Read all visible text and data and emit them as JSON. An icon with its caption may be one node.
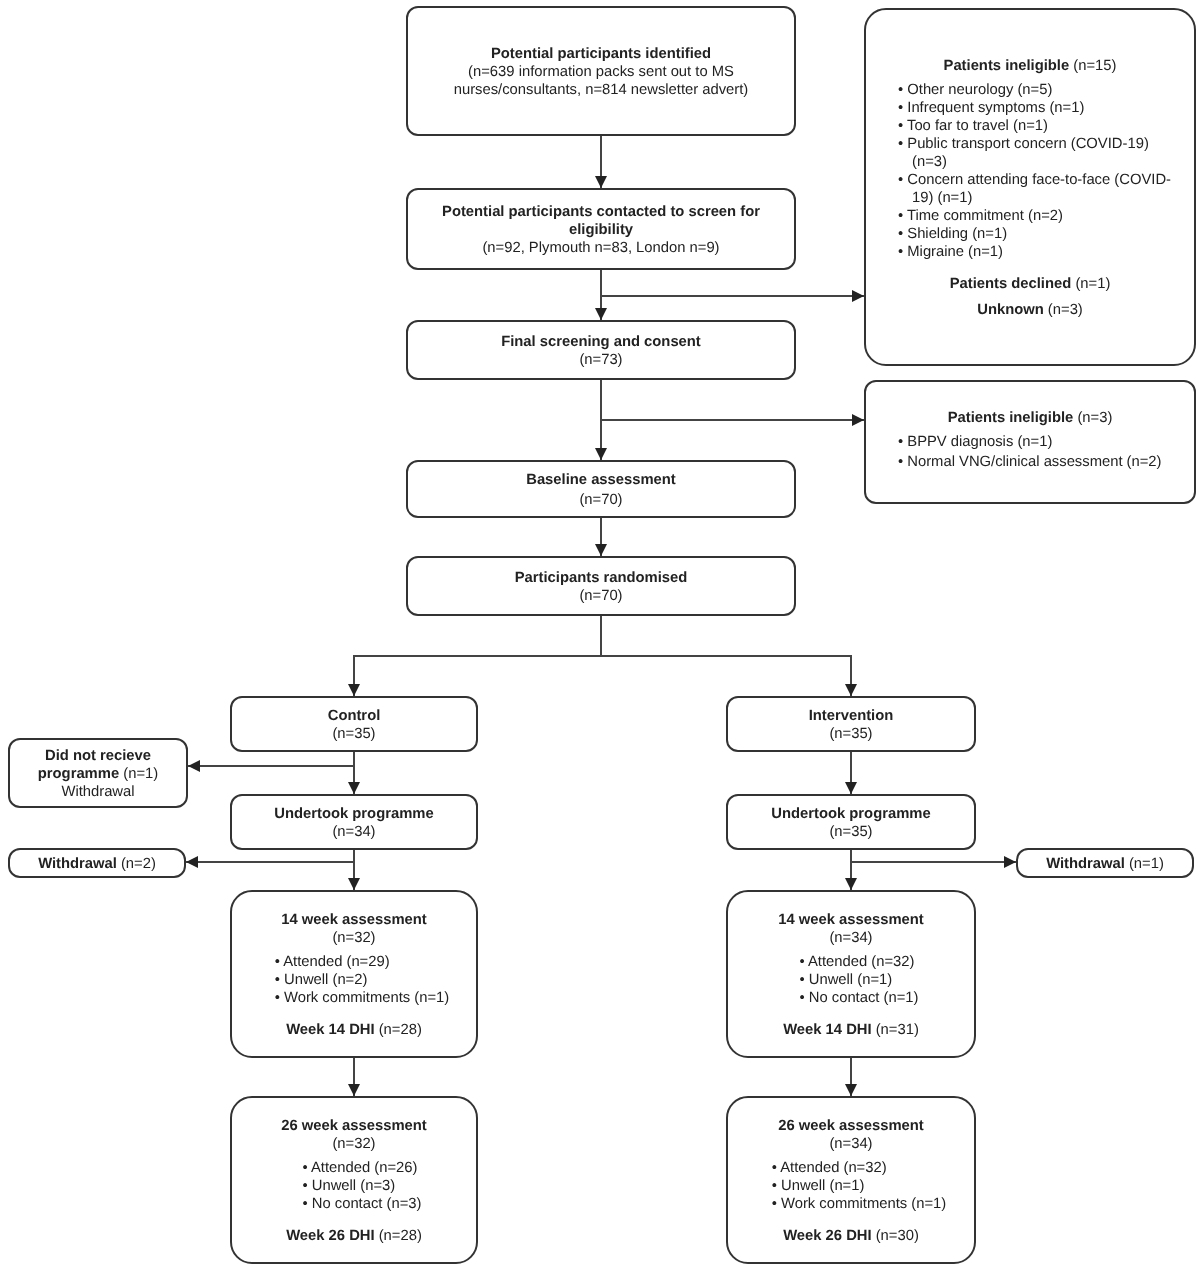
{
  "diagram": {
    "nodes": [
      {
        "text": [
          "Potential participants identified",
          "(n=639 information packs sent out to MS nurses/consultants, n=814 newsletter advert)"
        ]
      },
      {
        "text": [
          "Potential participants contacted to screen for eligibility",
          "(n=92, Plymouth n=83, London n=9)"
        ]
      },
      {
        "text": [
          "**Patients ineligible** (n=15)",
          "• Other neurology (n=5)",
          "• Infrequent symptoms (n=1)",
          "• Too far to travel (n=1)",
          "• Public transport concern (COVID-19) (n=3)",
          "• Concern attending face-to-face (COVID-19) (n=1)",
          "• Time commitment (n=2)",
          "• Shielding (n=1)",
          "• Migraine (n=1)",
          "**Patients declined** (n=1)",
          "**Unknown** (n=3)"
        ]
      },
      {
        "text": [
          "Final screening and consent",
          "(n=73)"
        ]
      },
      {
        "text": [
          "**Patients ineligible** (n=3)",
          "• BPPV diagnosis (n=1)",
          "• Normal VNG/clinical assessment (n=2)"
        ]
      },
      {
        "text": [
          "Baseline assessment",
          "(n=70)"
        ]
      },
      {
        "text": [
          "Participants randomised",
          "(n=70)"
        ]
      },
      {
        "text": [
          "Control",
          "(n=35)"
        ]
      },
      {
        "text": [
          "Intervention",
          "(n=35)"
        ]
      },
      {
        "text": [
          "**Did not recieve programme** (n=1)",
          "Withdrawal"
        ]
      },
      {
        "text": [
          "Undertook programme",
          "(n=34)"
        ]
      },
      {
        "text": [
          "Undertook programme",
          "(n=35)"
        ]
      },
      {
        "text": [
          "**Withdrawal** (n=2)"
        ]
      },
      {
        "text": [
          "**Withdrawal** (n=1)"
        ]
      },
      {
        "text": [
          "14 week assessment",
          "(n=32)",
          "• Attended (n=29)",
          "• Unwell (n=2)",
          "• Work commitments (n=1)",
          "**Week 14 DHI** (n=28)"
        ]
      },
      {
        "text": [
          "14 week assessment",
          "(n=34)",
          "• Attended (n=32)",
          "• Unwell (n=1)",
          "• No contact (n=1)",
          "**Week 14 DHI** (n=31)"
        ]
      },
      {
        "text": [
          "26 week assessment",
          "(n=32)",
          "• Attended (n=26)",
          "• Unwell (n=3)",
          "• No contact (n=3)",
          "**Week 26 DHI** (n=28)"
        ]
      },
      {
        "text": [
          "26 week assessment",
          "(n=34)",
          "• Attended (n=32)",
          "• Unwell (n=1)",
          "• Work commitments (n=1)",
          "**Week 26 DHI** (n=30)"
        ]
      }
    ],
    "edges": [
      {
        "from": 0,
        "to": 1,
        "arrow": "to"
      },
      {
        "from": 1,
        "to": 3,
        "arrow": "to"
      },
      {
        "from": 1,
        "to": 2,
        "arrow": "to"
      },
      {
        "from": 3,
        "to": 5,
        "arrow": "to"
      },
      {
        "from": 3,
        "to": 4,
        "arrow": "to"
      },
      {
        "from": 5,
        "to": 6,
        "arrow": "to"
      },
      {
        "from": 6,
        "to": 7,
        "arrow": "to"
      },
      {
        "from": 6,
        "to": 8,
        "arrow": "to"
      },
      {
        "from": 7,
        "to": 10,
        "arrow": "to"
      },
      {
        "from": 7,
        "to": 9,
        "arrow": "to"
      },
      {
        "from": 8,
        "to": 11,
        "arrow": "to"
      },
      {
        "from": 10,
        "to": 14,
        "arrow": "to"
      },
      {
        "from": 10,
        "to": 12,
        "arrow": "to"
      },
      {
        "from": 11,
        "to": 15,
        "arrow": "to"
      },
      {
        "from": 11,
        "to": 13,
        "arrow": "to"
      },
      {
        "from": 14,
        "to": 16,
        "arrow": "to"
      },
      {
        "from": 15,
        "to": 17,
        "arrow": "to"
      }
    ]
  }
}
